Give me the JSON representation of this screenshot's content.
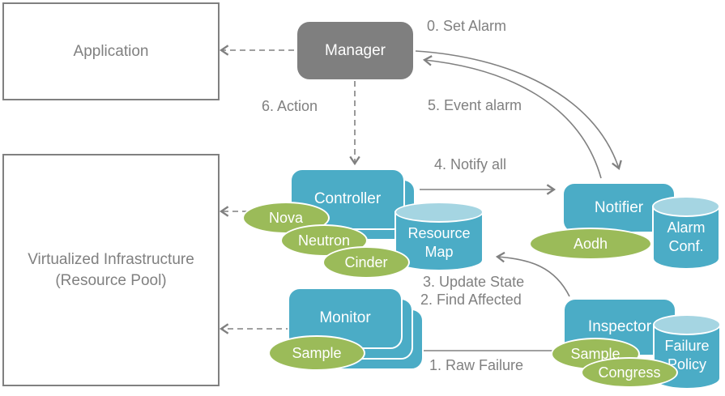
{
  "diagram": {
    "title": "Fault management architecture diagram",
    "boxes": {
      "application": "Application",
      "virtualized_infrastructure_line1": "Virtualized Infrastructure",
      "virtualized_infrastructure_line2": "(Resource Pool)",
      "manager": "Manager",
      "controller": "Controller",
      "monitor": "Monitor",
      "notifier": "Notifier",
      "inspector": "Inspector"
    },
    "cylinders": {
      "resource_map_line1": "Resource",
      "resource_map_line2": "Map",
      "alarm_conf_line1": "Alarm",
      "alarm_conf_line2": "Conf.",
      "failure_policy_line1": "Failure",
      "failure_policy_line2": "Policy"
    },
    "ellipses": {
      "nova": "Nova",
      "neutron": "Neutron",
      "cinder": "Cinder",
      "sample_monitor": "Sample",
      "sample_inspector": "Sample",
      "congress": "Congress",
      "aodh": "Aodh"
    },
    "labels": {
      "step0": "0. Set Alarm",
      "step1": "1. Raw Failure",
      "step2": "2. Find Affected",
      "step3": "3. Update State",
      "step4": "4. Notify all",
      "step5": "5. Event alarm",
      "step6": "6. Action"
    },
    "colors": {
      "process_blue": "#4BACC6",
      "cylinder_top_blue": "#A5D5E2",
      "component_green": "#9BBB59",
      "manager_gray": "#7F7F7F",
      "line_and_text_gray": "#808080"
    }
  }
}
